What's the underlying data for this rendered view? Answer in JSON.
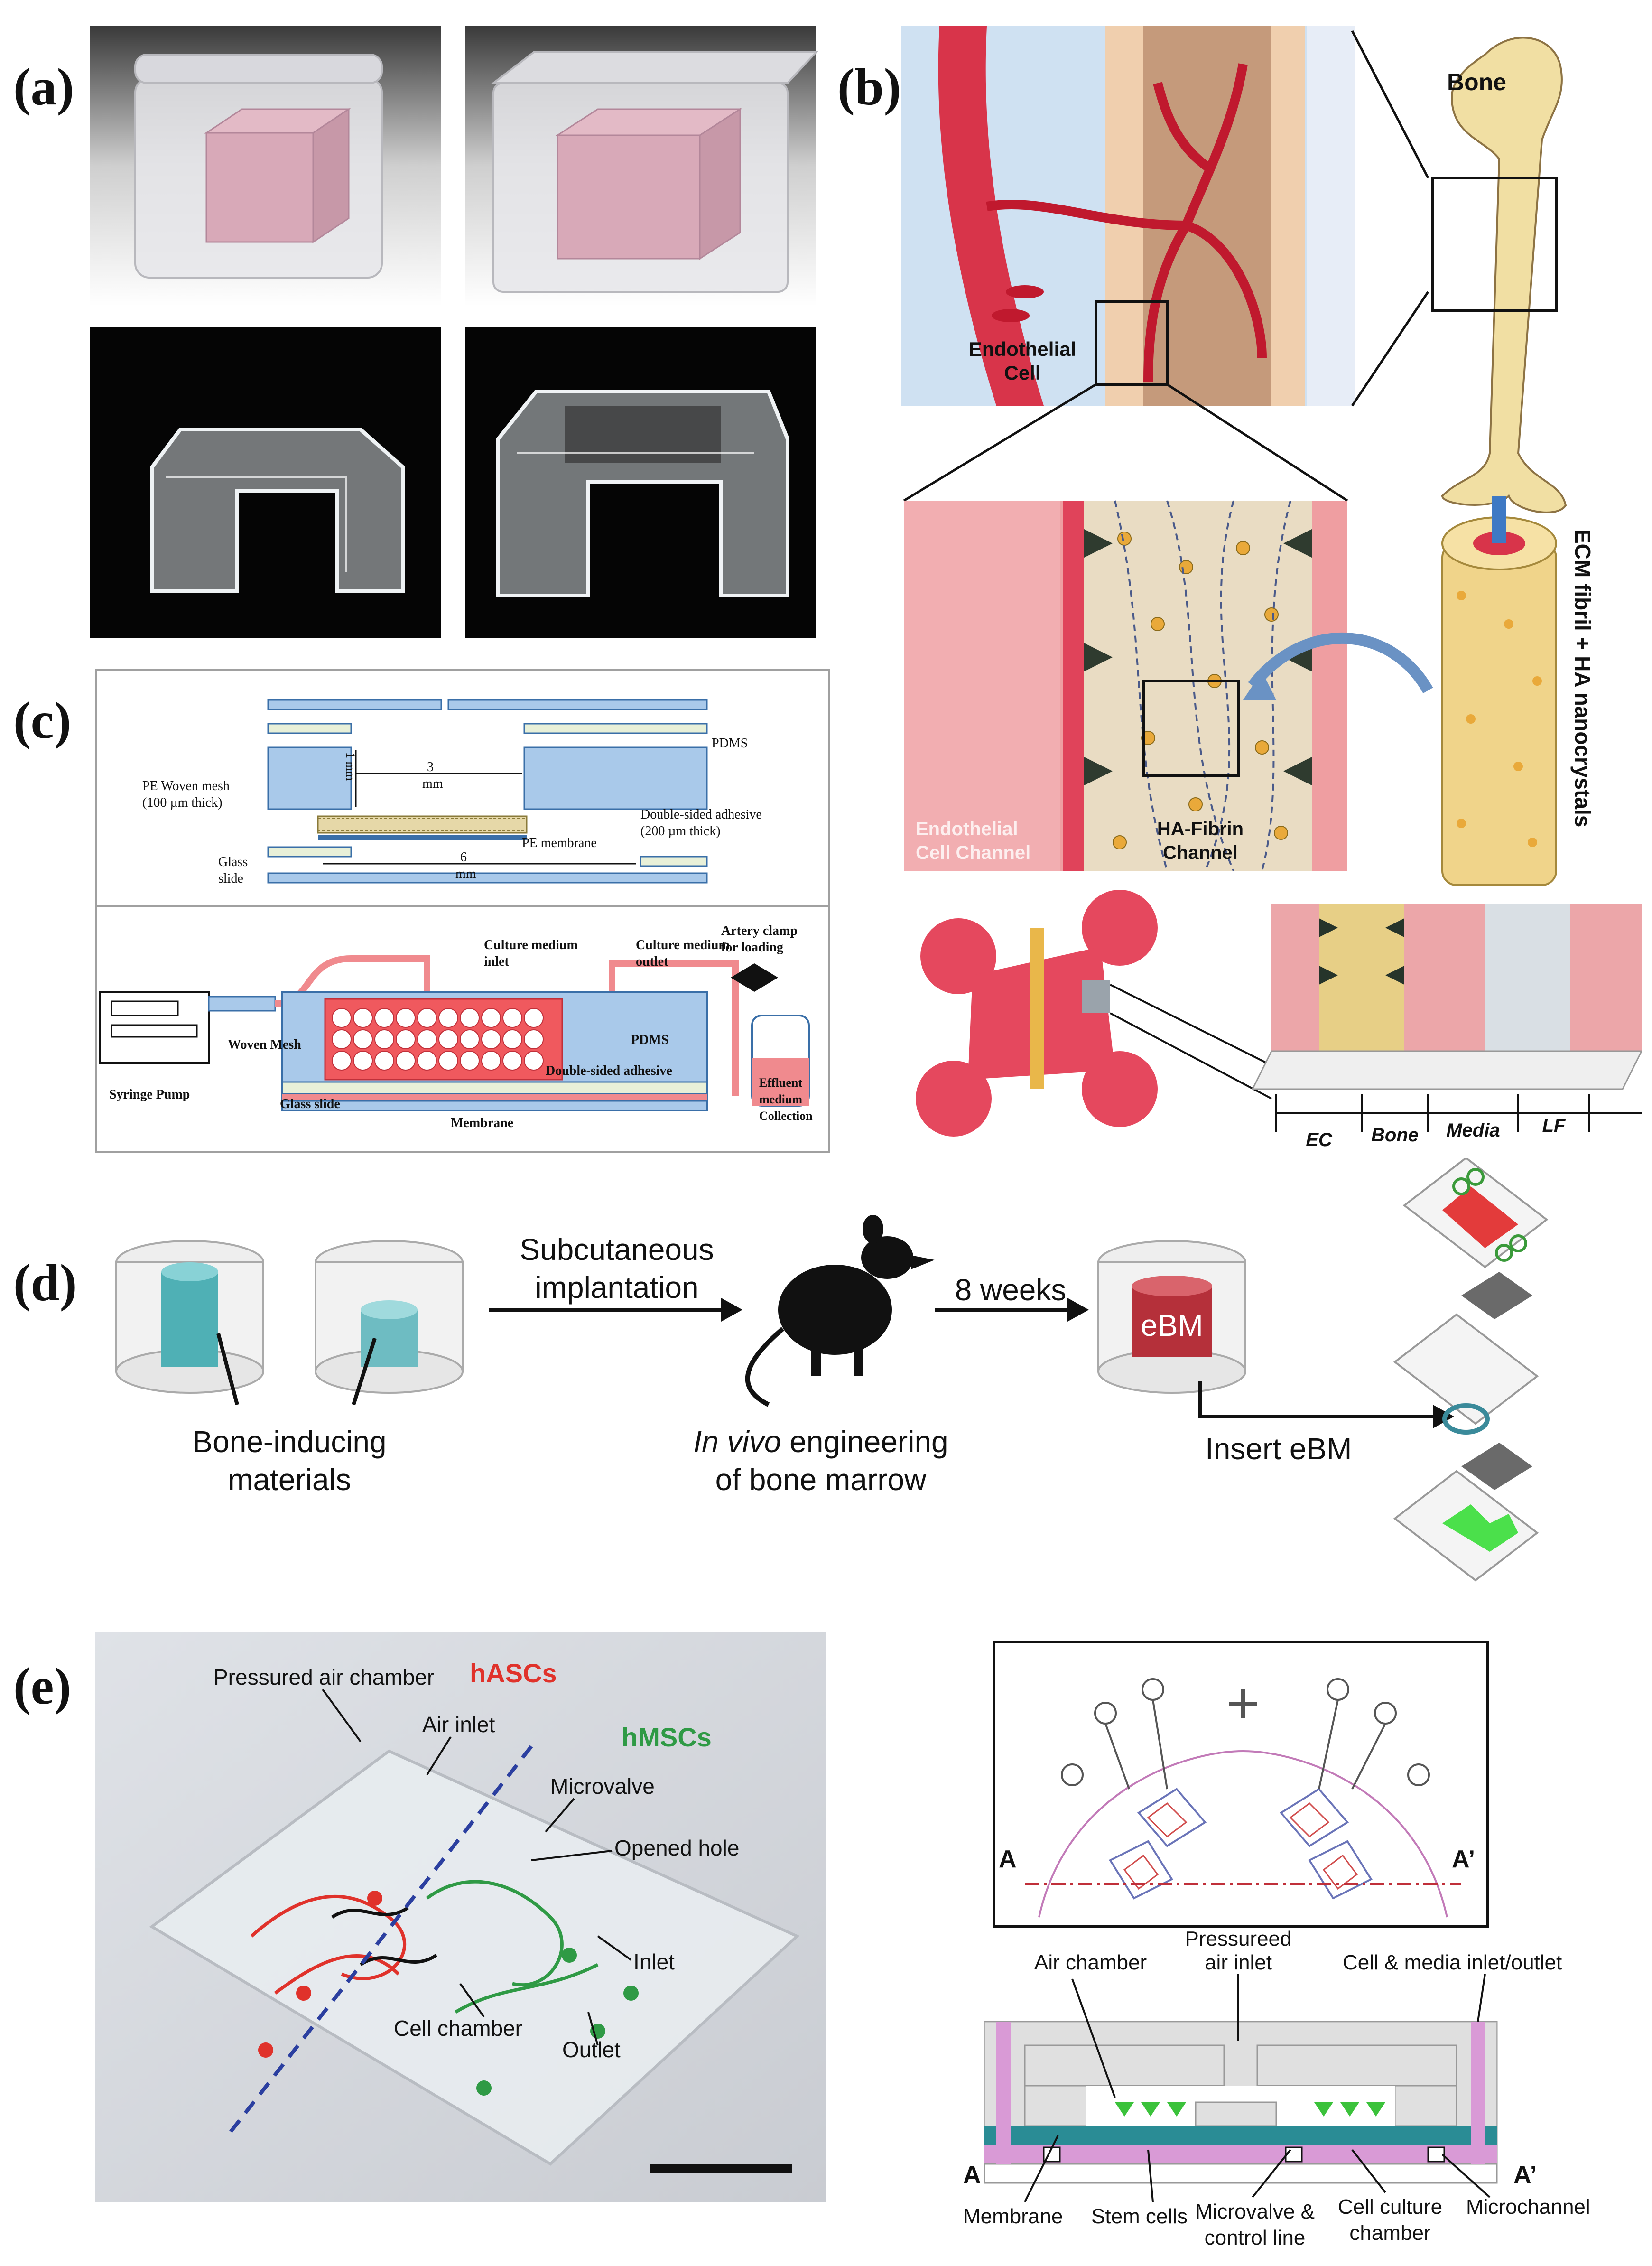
{
  "panel_labels": {
    "a": "(a)",
    "b": "(b)",
    "c": "(c)",
    "d": "(d)",
    "e": "(e)"
  },
  "panel_b": {
    "bone": "Bone",
    "endothelial_cell_line1": "Endothelial",
    "endothelial_cell_line2": "Cell",
    "endothelial_channel_line1": "Endothelial",
    "endothelial_channel_line2": "Cell Channel",
    "ha_fibrin_line1": "HA-Fibrin",
    "ha_fibrin_line2": "Channel",
    "ecm_fibril": "ECM fibril + HA nanocrystals",
    "ec": "EC",
    "bone_layer": "Bone",
    "media": "Media",
    "lf": "LF"
  },
  "panel_c": {
    "pdms_top": "PDMS",
    "dim_1mm": "1 mm",
    "dim_3_line1": "3",
    "dim_3_line2": "mm",
    "pe_mesh_line1": "PE Woven mesh",
    "pe_mesh_line2": "(100 µm thick)",
    "adhesive_line1": "Double-sided adhesive",
    "adhesive_line2": "(200 µm thick)",
    "pe_membrane": "PE membrane",
    "glass_line1": "Glass",
    "glass_line2": "slide",
    "dim_6_line1": "6",
    "dim_6_line2": "mm",
    "medium_inlet_line1": "Culture medium",
    "medium_inlet_line2": "inlet",
    "medium_outlet_line1": "Culture medium",
    "medium_outlet_line2": "outlet",
    "clamp_line1": "Artery clamp",
    "clamp_line2": "for loading",
    "woven_mesh": "Woven Mesh",
    "pdms_bottom": "PDMS",
    "adhesive_bottom": "Double-sided adhesive",
    "effluent_line1": "Effluent",
    "effluent_line2": "medium",
    "effluent_line3": "Collection",
    "syringe_pump": "Syringe Pump",
    "glass_slide": "Glass slide",
    "membrane": "Membrane"
  },
  "panel_d": {
    "subcutaneous_line1": "Subcutaneous",
    "subcutaneous_line2": "implantation",
    "weeks": "8 weeks",
    "ebm": "eBM",
    "bone_inducing_line1": "Bone-inducing",
    "bone_inducing_line2": "materials",
    "in_vivo_italic": "In vivo",
    "in_vivo_rest": " engineering",
    "in_vivo_line2": "of bone marrow",
    "insert_ebm": "Insert eBM"
  },
  "panel_e": {
    "pressured_air_chamber": "Pressured air chamber",
    "hascs": "hASCs",
    "hmscs": "hMSCs",
    "air_inlet": "Air inlet",
    "microvalve": "Microvalve",
    "opened_hole": "Opened hole",
    "inlet": "Inlet",
    "cell_chamber": "Cell chamber",
    "outlet": "Outlet",
    "a": "A",
    "a_prime": "A’",
    "air_chamber": "Air chamber",
    "pressureed_line1": "Pressureed",
    "pressureed_line2": "air inlet",
    "cell_media": "Cell & media inlet/outlet",
    "membrane": "Membrane",
    "stem_cells": "Stem cells",
    "microvalve_line1": "Microvalve &",
    "microvalve_line2": "control line",
    "cell_culture_line1": "Cell culture",
    "cell_culture_line2": "chamber",
    "microchannel": "Microchannel"
  },
  "colors": {
    "vessel_red": "#d8344a",
    "tissue_pink": "#f0a4a8",
    "bone_yellow": "#f1dfa3",
    "pdms_blue": "#a9c9ea",
    "hascs_red": "#e0322b",
    "hmscs_green": "#2f9a45",
    "device_teal": "#2a8c95",
    "device_magenta": "#d99ad6"
  }
}
